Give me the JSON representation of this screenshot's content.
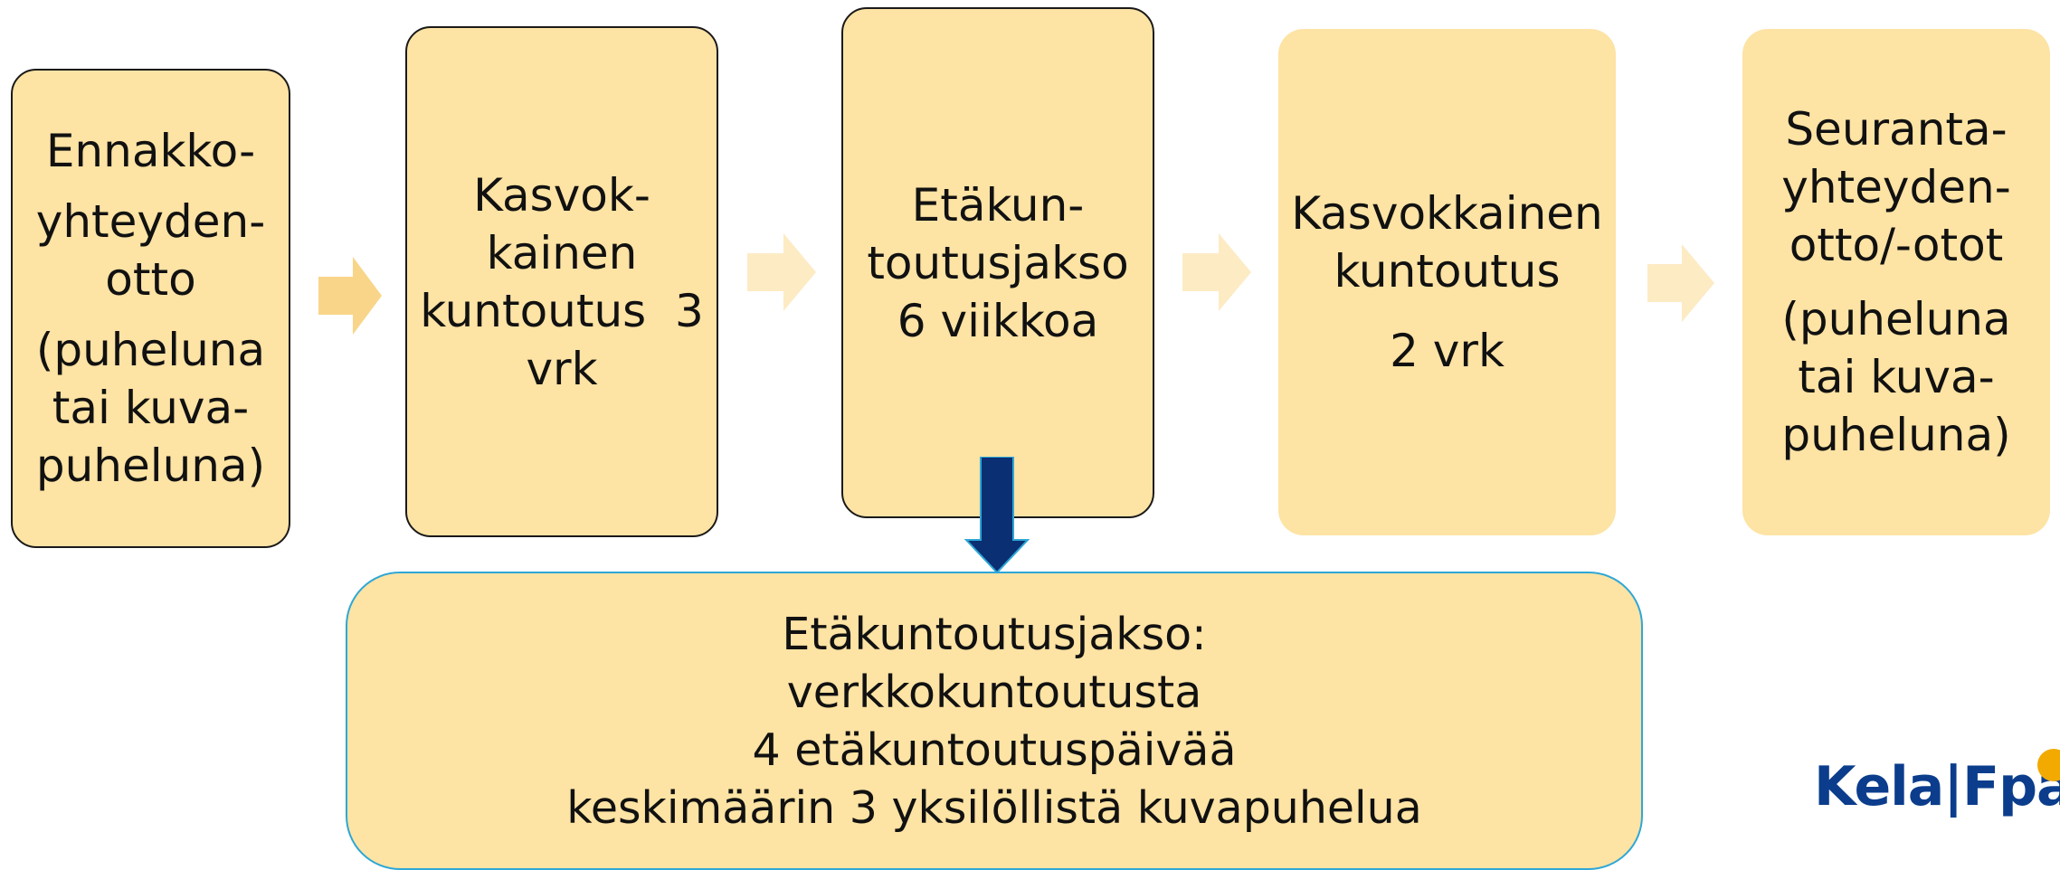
{
  "steps": [
    {
      "lines": [
        "Ennakko-",
        "yhteyden-",
        "otto",
        "(puheluna",
        "tai kuva-",
        "puheluna)"
      ]
    },
    {
      "lines": [
        "Kasvok-",
        "kainen",
        "kuntoutus  3",
        "vrk"
      ]
    },
    {
      "lines": [
        "Etäkun-",
        "toutusjakso",
        "6 viikkoa"
      ]
    },
    {
      "lines": [
        "Kasvokkainen",
        "kuntoutus",
        "2 vrk"
      ]
    },
    {
      "lines": [
        "Seuranta-",
        "yhteyden-",
        "otto/-otot",
        "(puheluna",
        "tai kuva-",
        "puheluna)"
      ]
    }
  ],
  "detail": {
    "lines": [
      "Etäkuntoutusjakso:",
      "verkkokuntoutusta",
      "4 etäkuntoutuspäivää",
      "keskimäärin 3 yksilöllistä kuvapuhelua"
    ]
  },
  "logo": {
    "text": "Kela|Fpa"
  },
  "colors": {
    "box_fill": "#fde3a4",
    "arrow_1": "#f9d58a",
    "arrow_faint": "#fdebc4",
    "down_arrow": "#0a2f73",
    "detail_border": "#2ea7d6",
    "logo": "#0b3d8c"
  }
}
